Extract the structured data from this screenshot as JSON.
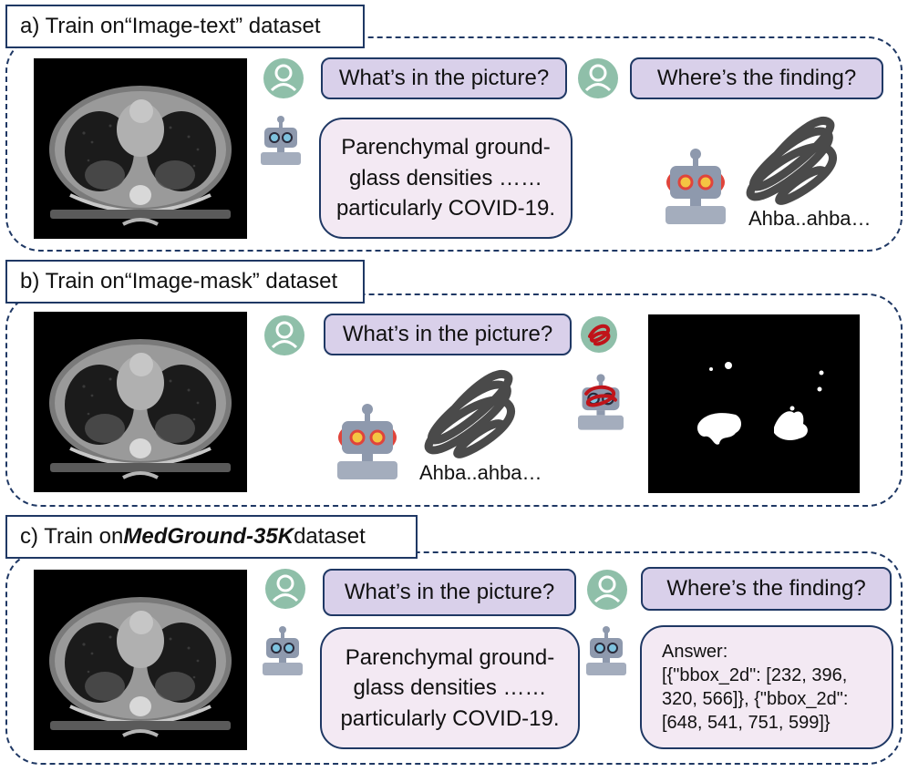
{
  "panels": [
    {
      "label_prefix": "a) Train on ",
      "label_emph": "",
      "label_rest": "“Image-text” dataset",
      "q1": "What’s in the picture?",
      "a1": "Parenchymal ground-\nglass densities ……\nparticularly COVID-19.",
      "q2": "Where’s the finding?",
      "a2": "Ahba..ahba…"
    },
    {
      "label_prefix": "b) Train on ",
      "label_emph": "",
      "label_rest": "“Image-mask” dataset",
      "q1": "What’s in the picture?",
      "a1": "Ahba..ahba…"
    },
    {
      "label_prefix": "c) Train on ",
      "label_emph": "MedGround-35K",
      "label_rest": " dataset",
      "q1": "What’s in the picture?",
      "a1": "Parenchymal ground-\nglass densities ……\nparticularly COVID-19.",
      "q2": "Where’s the finding?",
      "a2": "Answer:\n[{\"bbox_2d\": [232, 396,\n320, 566]}, {\"bbox_2d\":\n[648, 541, 751, 599]}"
    }
  ],
  "colors": {
    "border": "#1f3864",
    "question_fill": "#d9d0ea",
    "answer_fill": "#f3e9f3",
    "user_avatar": "#8fbfa9",
    "robot_body": "#8e99ad",
    "robot_eye_happy": "#7ec3df",
    "robot_eye_confused": "#f4c542",
    "scribble_dark": "#4a4a4a",
    "scribble_red": "#c0141a"
  }
}
